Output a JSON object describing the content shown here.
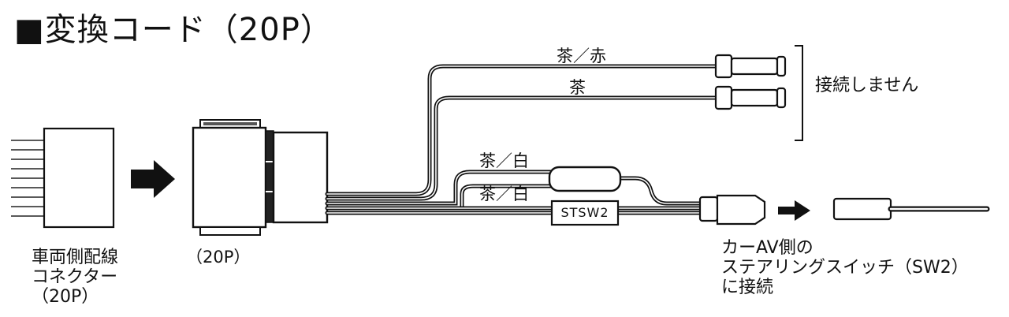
{
  "title": "■変換コード（20P）",
  "wires": {
    "brown_red": "茶／赤",
    "brown": "茶",
    "brown_white_upper": "茶／白",
    "brown_white_lower": "茶／白"
  },
  "no_connect_label": "接続しません",
  "stsw_label": "STSW2",
  "vehicle_connector": {
    "line1": "車両側配線",
    "line2": "コネクター",
    "line3": "（20P）"
  },
  "harness_connector_label": "（20P）",
  "car_av_note": {
    "line1": "カーAV側の",
    "line2": "ステアリングスイッチ（SW2）",
    "line3": "に接続"
  }
}
